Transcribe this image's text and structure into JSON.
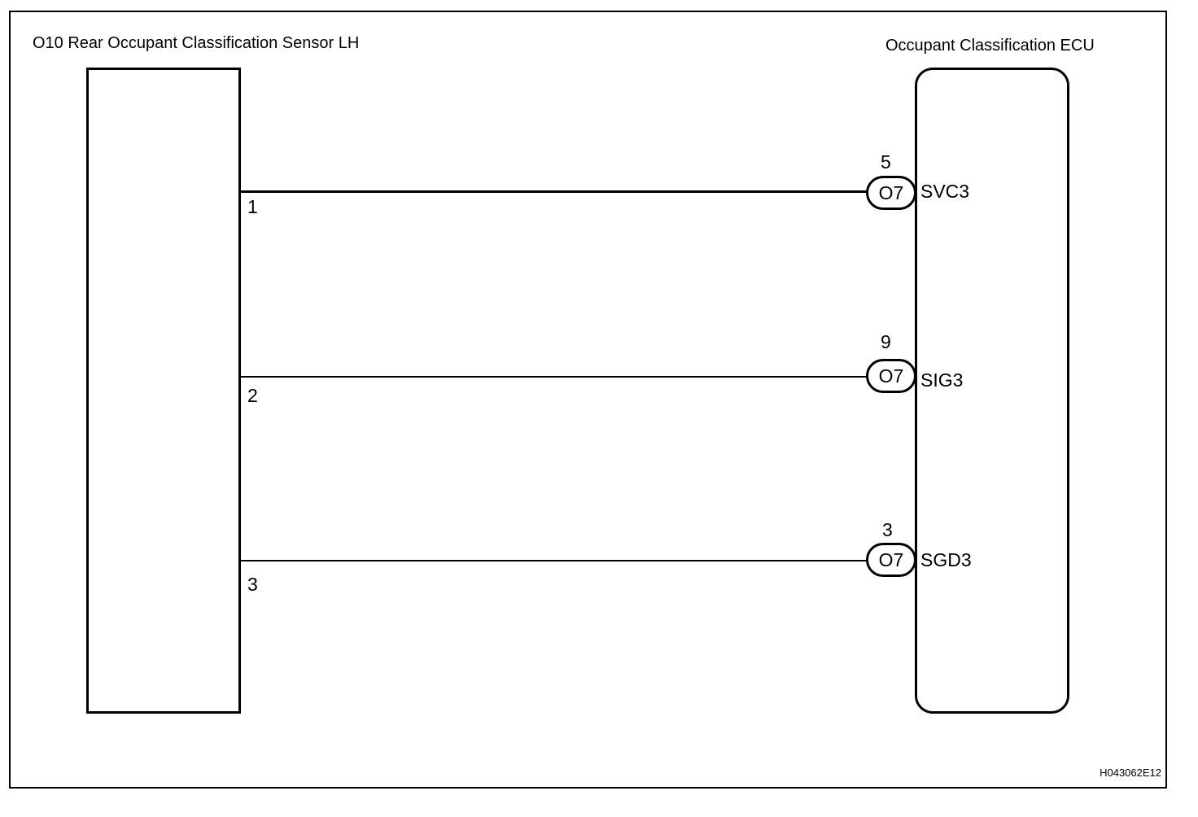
{
  "sensor": {
    "title": "O10 Rear Occupant Classification Sensor LH",
    "pins": [
      "1",
      "2",
      "3"
    ]
  },
  "ecu": {
    "title": "Occupant Classification ECU",
    "connections": [
      {
        "pin": "5",
        "connector": "O7",
        "terminal": "SVC3"
      },
      {
        "pin": "9",
        "connector": "O7",
        "terminal": "SIG3"
      },
      {
        "pin": "3",
        "connector": "O7",
        "terminal": "SGD3"
      }
    ]
  },
  "figure_code": "H043062E12"
}
